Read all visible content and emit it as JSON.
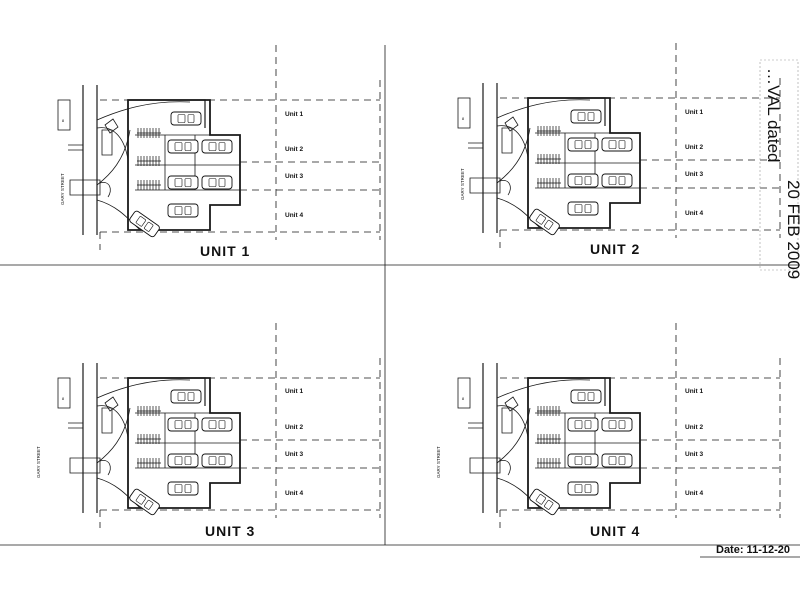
{
  "street_label": "GARY STREET",
  "unit_labels": [
    "Unit 1",
    "Unit 2",
    "Unit 3",
    "Unit 4"
  ],
  "plans": [
    {
      "title": "UNIT 1"
    },
    {
      "title": "UNIT 2"
    },
    {
      "title": "UNIT 3"
    },
    {
      "title": "UNIT 4"
    }
  ],
  "stamp": {
    "line1": "…VAL dated",
    "line2": "20 FEB 2009"
  },
  "date_text": "Date: 11-12-20"
}
